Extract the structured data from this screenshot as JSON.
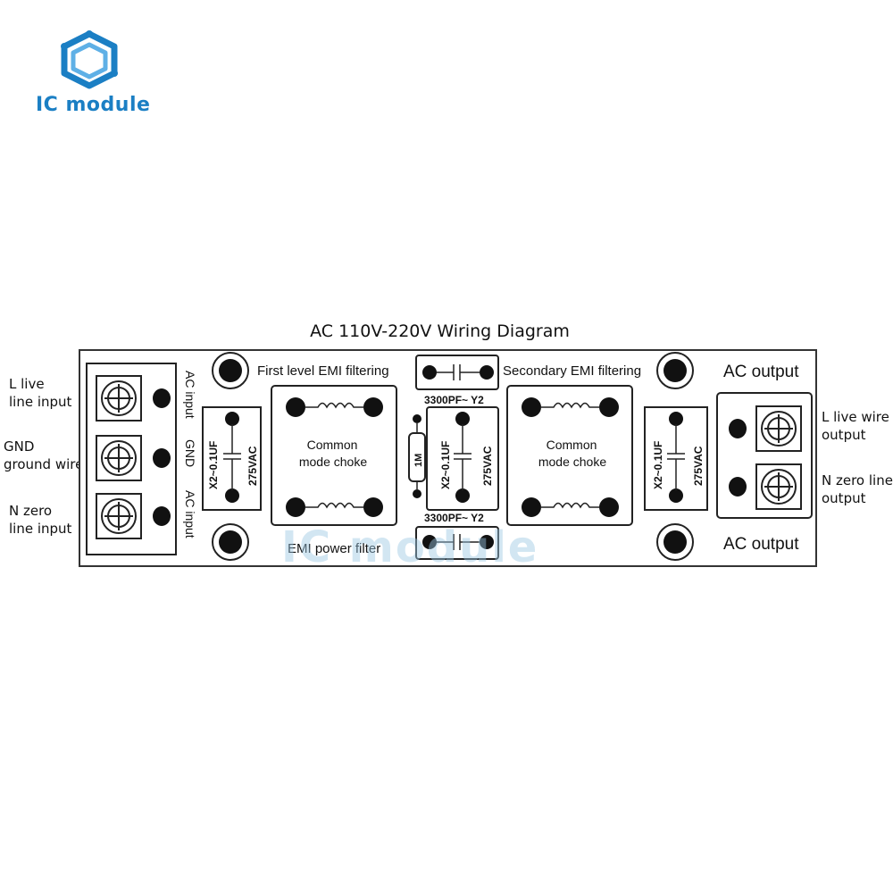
{
  "brand": {
    "name": "IC module",
    "color": "#1b7fc4"
  },
  "title": "AC 110V-220V Wiring Diagram",
  "left_labels": {
    "l_live_1": "L live",
    "l_live_2": "line input",
    "gnd_1": "GND",
    "gnd_2": "ground wire",
    "n_zero_1": "N zero",
    "n_zero_2": "line input"
  },
  "right_labels": {
    "l_live_1": "L live wire",
    "l_live_2": "output",
    "n_zero_1": "N zero line",
    "n_zero_2": "output"
  },
  "board": {
    "ac_input_top": "AC input",
    "gnd": "GND",
    "ac_input_bottom": "AC input",
    "first_level": "First level EMI filtering",
    "secondary": "Secondary EMI filtering",
    "ac_output_top": "AC output",
    "ac_output_bottom": "AC output",
    "emi_power_filter": "EMI power filter",
    "choke_left_1": "Common",
    "choke_left_2": "mode choke",
    "choke_right_1": "Common",
    "choke_right_2": "mode choke",
    "y_cap_top": "3300PF~ Y2",
    "y_cap_bottom": "3300PF~ Y2",
    "x_cap_rating_1": "X2~0.1UF",
    "x_cap_rating_2": "275VAC",
    "resistor": "1M"
  },
  "watermark": "IC module"
}
